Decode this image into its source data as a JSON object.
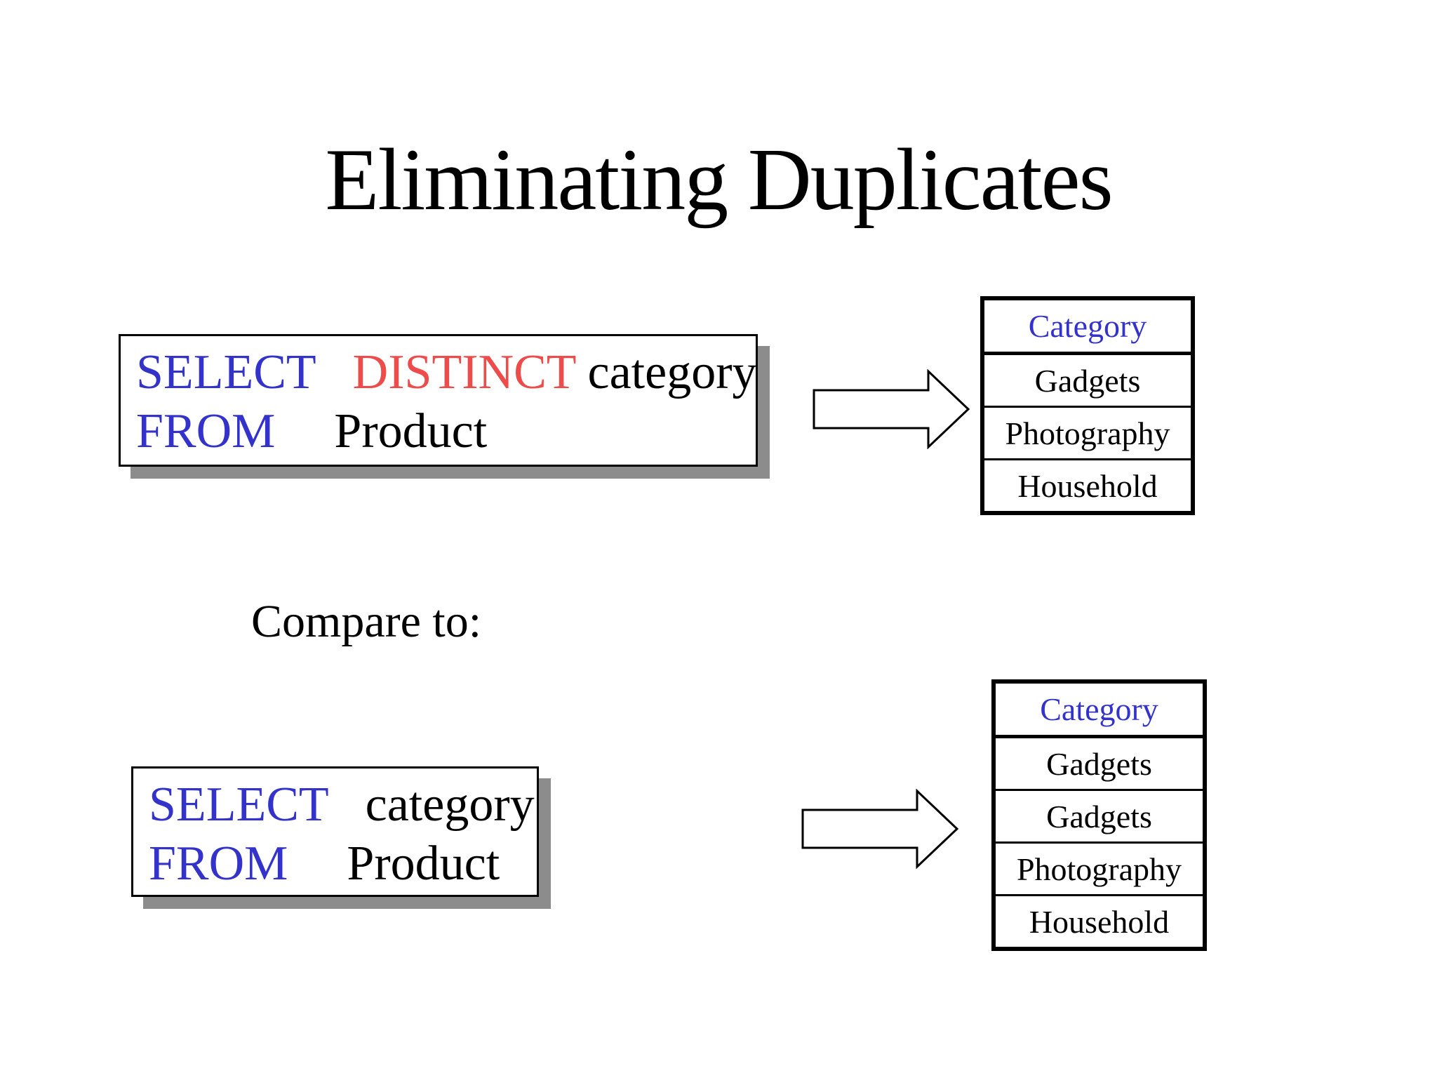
{
  "slide": {
    "title": "Eliminating Duplicates",
    "compare_label": "Compare to:"
  },
  "query1": {
    "select_keyword": "SELECT",
    "distinct_keyword": "DISTINCT",
    "column": "category",
    "from_keyword": "FROM",
    "table": "Product"
  },
  "query2": {
    "select_keyword": "SELECT",
    "column": "category",
    "from_keyword": "FROM",
    "table": "Product"
  },
  "table1": {
    "header": "Category",
    "rows": [
      "Gadgets",
      "Photography",
      "Household"
    ]
  },
  "table2": {
    "header": "Category",
    "rows": [
      "Gadgets",
      "Gadgets",
      "Photography",
      "Household"
    ]
  },
  "colors": {
    "keyword_blue": "#3333cc",
    "distinct_red": "#ee4b4b",
    "table_header_blue": "#3333cc",
    "box_shadow_gray": "#8c8c8c",
    "border_black": "#000000"
  }
}
